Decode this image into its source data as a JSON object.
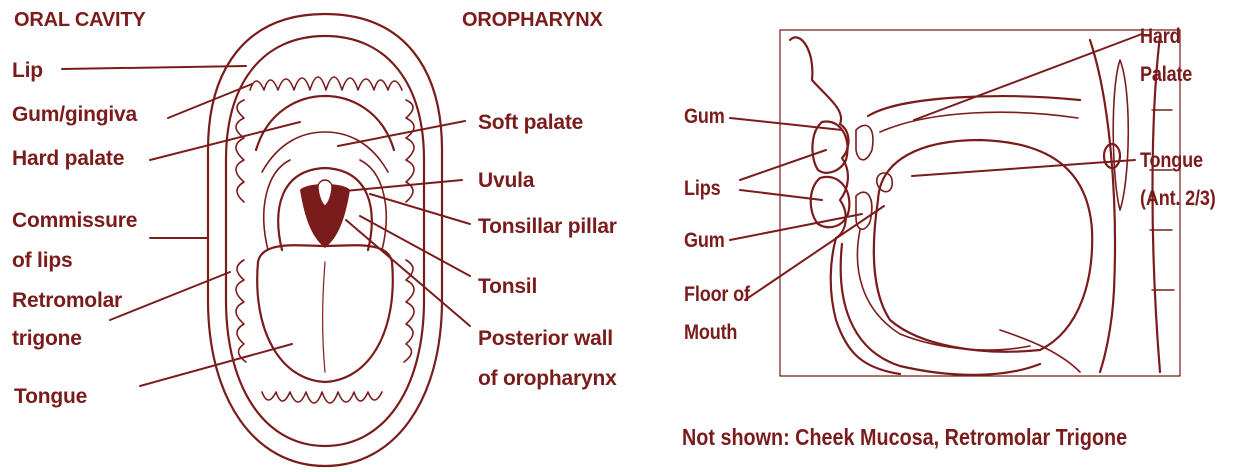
{
  "left_diagram": {
    "header_left": "ORAL CAVITY",
    "header_right": "OROPHARYNX",
    "labels_left": [
      "Lip",
      "Gum/gingiva",
      "Hard palate",
      "Commissure",
      "of lips",
      "Retromolar",
      "trigone",
      "Tongue"
    ],
    "labels_right": [
      "Soft palate",
      "Uvula",
      "Tonsillar pillar",
      "Tonsil",
      "Posterior wall",
      "of oropharynx"
    ]
  },
  "right_diagram": {
    "labels": [
      "Gum",
      "Lips",
      "Gum",
      "Floor of",
      "Mouth",
      "Hard",
      "Palate",
      "Tongue",
      "(Ant. 2/3)"
    ],
    "note": "Not shown:  Cheek Mucosa, Retromolar Trigone"
  },
  "colors": {
    "label": "#7b1c1c",
    "line": "#7b1c1c",
    "background": "#ffffff"
  }
}
